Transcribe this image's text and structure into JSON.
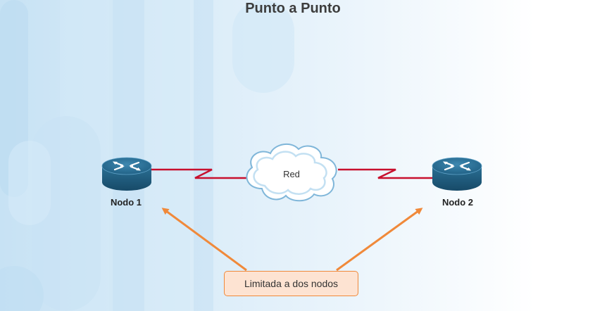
{
  "title": "Punto a Punto",
  "nodes": {
    "node1_label": "Nodo 1",
    "node2_label": "Nodo 2"
  },
  "network": {
    "cloud_label": "Red"
  },
  "callout": {
    "text": "Limitada a dos nodos"
  },
  "colors": {
    "title_text": "#3d3d3d",
    "router_body": "#1f5f82",
    "serial_link": "#c8102e",
    "arrow": "#f0893a",
    "callout_fill": "#fde3d2",
    "callout_border": "#f0893a",
    "cloud_outline": "#7fb6d9"
  },
  "icons": {
    "router": "router-icon",
    "cloud": "cloud-icon",
    "arrow": "arrow-icon"
  }
}
